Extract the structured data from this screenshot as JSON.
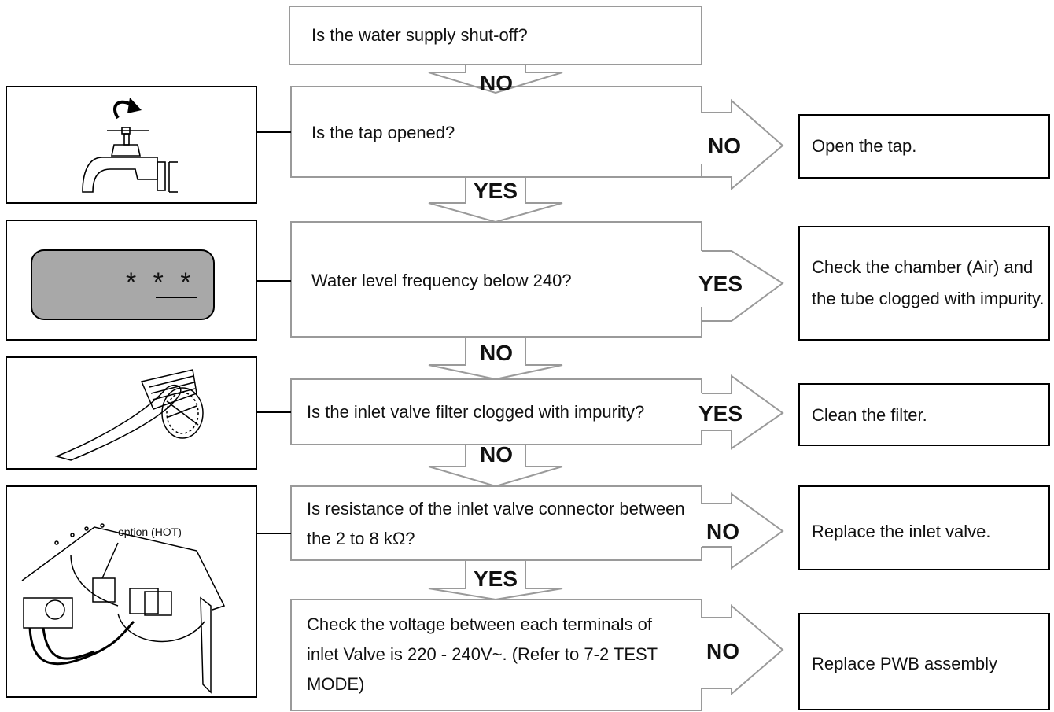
{
  "questions": {
    "q1": "Is the water supply shut-off?",
    "q2": "Is the tap opened?",
    "q3": "Water level frequency below 240?",
    "q4": "Is the inlet valve filter clogged with impurity?",
    "q5": "Is resistance of the inlet valve connector between the 2 to 8 kΩ?",
    "q6": "Check the voltage between each terminals of inlet Valve is 220 - 240V~. (Refer to 7-2 TEST MODE)"
  },
  "down_labels": {
    "d1": "NO",
    "d2": "YES",
    "d3": "NO",
    "d4": "NO",
    "d5": "YES"
  },
  "side_labels": {
    "s2": "NO",
    "s3": "YES",
    "s4": "YES",
    "s5": "NO",
    "s6": "NO"
  },
  "results": {
    "r2": "Open the tap.",
    "r3": "Check the chamber (Air) and the tube clogged with impurity.",
    "r4": "Clean the filter.",
    "r5": "Replace the inlet valve.",
    "r6": "Replace PWB assembly"
  },
  "illustrations": {
    "display_text": "* * *",
    "valve_label": "option (HOT)"
  }
}
